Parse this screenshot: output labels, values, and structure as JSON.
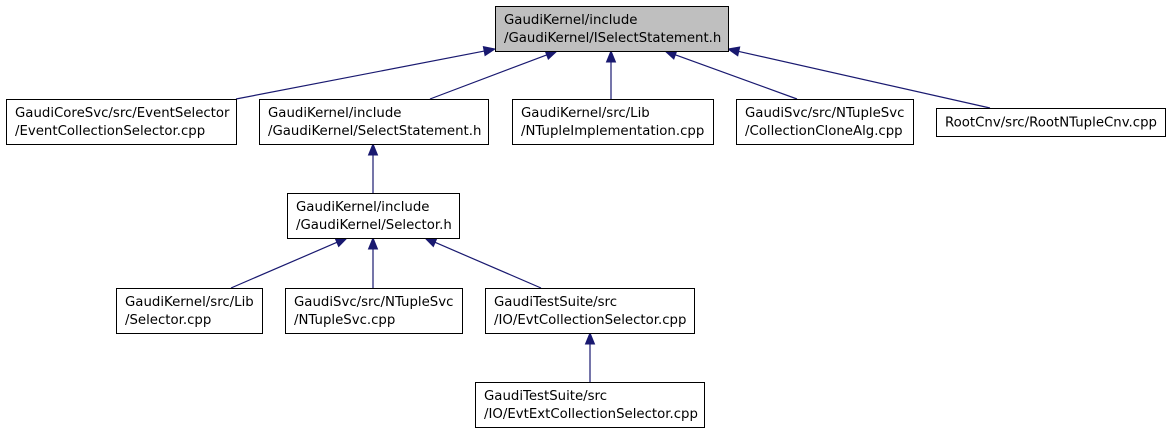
{
  "diagram": {
    "nodes": [
      {
        "id": "root",
        "lines": [
          "GaudiKernel/include",
          "/GaudiKernel/ISelectStatement.h"
        ],
        "highlight": true
      },
      {
        "id": "eventsel",
        "lines": [
          "GaudiCoreSvc/src/EventSelector",
          "/EventCollectionSelector.cpp"
        ]
      },
      {
        "id": "selstmt",
        "lines": [
          "GaudiKernel/include",
          "/GaudiKernel/SelectStatement.h"
        ]
      },
      {
        "id": "ntupleimpl",
        "lines": [
          "GaudiKernel/src/Lib",
          "/NTupleImplementation.cpp"
        ]
      },
      {
        "id": "clone",
        "lines": [
          "GaudiSvc/src/NTupleSvc",
          "/CollectionCloneAlg.cpp"
        ]
      },
      {
        "id": "rootcnv",
        "lines": [
          "RootCnv/src/RootNTupleCnv.cpp"
        ]
      },
      {
        "id": "selector",
        "lines": [
          "GaudiKernel/include",
          "/GaudiKernel/Selector.h"
        ]
      },
      {
        "id": "selcpp",
        "lines": [
          "GaudiKernel/src/Lib",
          "/Selector.cpp"
        ]
      },
      {
        "id": "ntuplesvc",
        "lines": [
          "GaudiSvc/src/NTupleSvc",
          "/NTupleSvc.cpp"
        ]
      },
      {
        "id": "evtcoll",
        "lines": [
          "GaudiTestSuite/src",
          "/IO/EvtCollectionSelector.cpp"
        ]
      },
      {
        "id": "evtext",
        "lines": [
          "GaudiTestSuite/src",
          "/IO/EvtExtCollectionSelector.cpp"
        ]
      }
    ],
    "edges": [
      {
        "from": "eventsel",
        "to": "root"
      },
      {
        "from": "selstmt",
        "to": "root"
      },
      {
        "from": "ntupleimpl",
        "to": "root"
      },
      {
        "from": "clone",
        "to": "root"
      },
      {
        "from": "rootcnv",
        "to": "root"
      },
      {
        "from": "selector",
        "to": "selstmt"
      },
      {
        "from": "selcpp",
        "to": "selector"
      },
      {
        "from": "ntuplesvc",
        "to": "selector"
      },
      {
        "from": "evtcoll",
        "to": "selector"
      },
      {
        "from": "evtext",
        "to": "evtcoll"
      }
    ],
    "colors": {
      "edge": "#191970",
      "root_fill": "#bfbfbf",
      "node_fill": "#ffffff",
      "border": "#000000"
    }
  }
}
